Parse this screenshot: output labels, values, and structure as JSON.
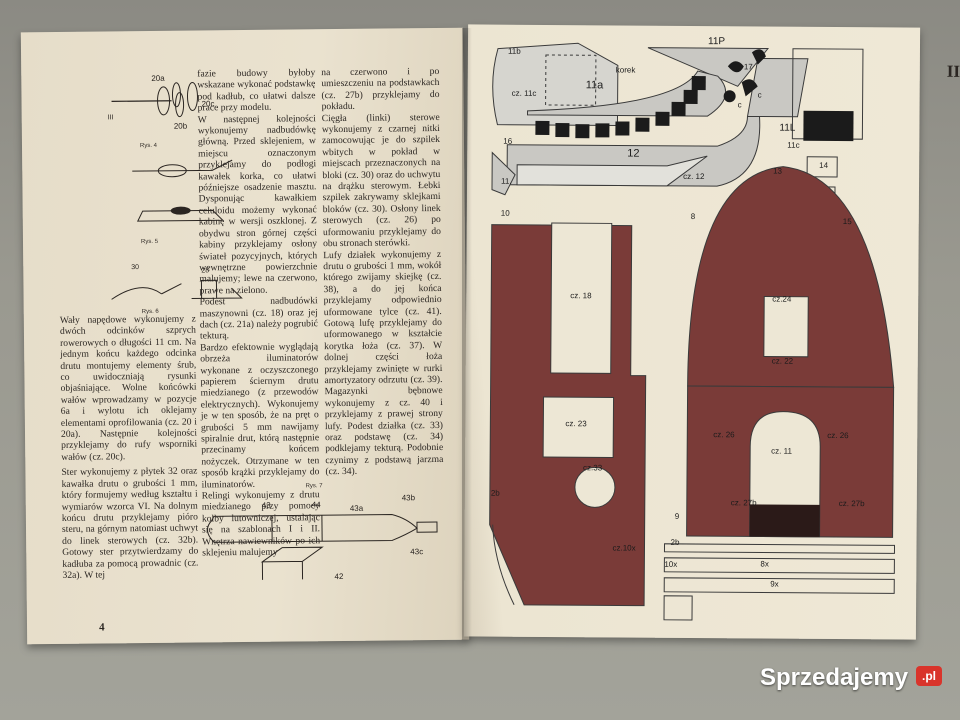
{
  "left_page": {
    "col1_paragraphs": [
      "Wały napędowe wykonujemy z dwóch odcinków szprych rowerowych o długości 11 cm. Na jednym końcu każdego odcinka drutu montujemy elementy śrub, co uwidoczniają rysunki objaśniające. Wolne końcówki wałów wprowadzamy w pozycje 6a i wylotu ich oklejamy elementami oprofilowania (cz. 20 i 20a). Następnie kolejności przyklejamy do rufy wsporniki wałów (cz. 20c).",
      "Ster wykonujemy z płytek 32 oraz kawałka drutu o grubości 1 mm, który formujemy według kształtu i wymiarów wzorca VI. Na dolnym końcu drutu przyklejamy pióro steru, na górnym natomiast uchwyt do linek sterowych (cz. 32b). Gotowy ster przytwierdzamy do kadłuba za pomocą prowadnic (cz. 32a). W tej"
    ],
    "col2_paragraphs": [
      "fazie budowy byłoby wskazane wykonać podstawkę pod kadłub, co ułatwi dalsze prace przy modelu.",
      "W następnej kolejności wykonujemy nadbudówkę główną. Przed sklejeniem, w miejscu oznaczonym przyklejamy do podłogi kawałek korka, co ułatwi późniejsze osadzenie masztu. Dysponując kawałkiem celuloidu możemy wykonać kabinę w wersji oszklonej. Z obydwu stron górnej części kabiny przyklejamy osłony świateł pozycyjnych, których wewnętrzne powierzchnie malujemy; lewe na czerwono, prawe na zielono.",
      "Podest nadbudówki maszynowni (cz. 18) oraz jej dach (cz. 21a) należy pogrubić tekturą.",
      "Bardzo efektownie wyglądają obrzeża iluminatorów wykonane z oczyszczonego papierem ściernym drutu miedzianego (z przewodów elektrycznych). Wykonujemy je w ten sposób, że na pręt o grubości 5 mm nawijamy spiralnie drut, którą następnie przecinamy końcem nożyczek. Otrzymane w ten sposób krążki przyklejamy do iluminatorów.",
      "Relingi wykonujemy z drutu miedzianego przy pomocy kolby lutowniczej, ustalając się na szablonach I i II. Wnętrza nawiewników po ich sklejeniu malujemy"
    ],
    "col3_paragraphs": [
      "na czerwono i po umieszczeniu na podstawkach (cz. 27b) przyklejamy do pokładu.",
      "Cięgła (linki) sterowe wykonujemy z czarnej nitki zamocowując je do szpilek wbitych w pokład w miejscach przeznaczonych na bloki (cz. 30) oraz do uchwytu na drążku sterowym. Łebki szpilek zakrywamy sklejkami bloków (cz. 30). Osłony linek sterowych (cz. 26) po uformowaniu przyklejamy do obu stronach sterówki.",
      "Lufy działek wykonujemy z drutu o grubości 1 mm, wokół którego zwijamy skiejkę (cz. 38), a do jej końca przyklejamy odpowiednio uformowane tylce (cz. 41). Gotową lufę przyklejamy do uformowanego w kształcie korytka łoża (cz. 37). W dolnej części łoża przyklejamy zwinięte w rurki amortyzatory odrzutu (cz. 39). Magazynki bębnowe wykonujemy z cz. 40 i przyklejamy z prawej strony lufy. Podest działka (cz. 33) oraz podstawę (cz. 34) podklejamy tekturą. Podobnie czynimy z podstawą jarzma (cz. 34)."
    ],
    "captions": [
      "Rys. 4",
      "Rys. 5",
      "Rys. 6",
      "Rys. 7"
    ],
    "fig_labels": {
      "f4": [
        "20a",
        "20c",
        "20b",
        "III"
      ],
      "f6": [
        "30",
        "28"
      ],
      "f7": [
        "43",
        "44",
        "43a",
        "43b",
        "43c",
        "42"
      ]
    },
    "page_number": "4"
  },
  "right_page": {
    "roman": "II",
    "part_labels": [
      "11b",
      "cz. 11c",
      "11a",
      "korek",
      "11P",
      "17",
      "c",
      "c",
      "12",
      "cz. 12",
      "11L",
      "11c",
      "16",
      "11.",
      "13",
      "14",
      "15",
      "10",
      "8",
      "cz. 18",
      "cz.24",
      "cz. 22",
      "cz. 23",
      "cz. 26",
      "cz. 26",
      "cz. 11",
      "cz.33",
      "cz. 27b",
      "cz. 27b",
      "9",
      "2b",
      "2b",
      "cz.10x",
      "10x",
      "8x",
      "9x"
    ],
    "colors": {
      "maroon": "#7a3b38",
      "paper": "#ede7d5",
      "light_grey": "#c9c8c3",
      "black": "#1b1b1b"
    }
  },
  "watermark": {
    "text": "Sprzedajemy",
    "badge": ".pl"
  }
}
